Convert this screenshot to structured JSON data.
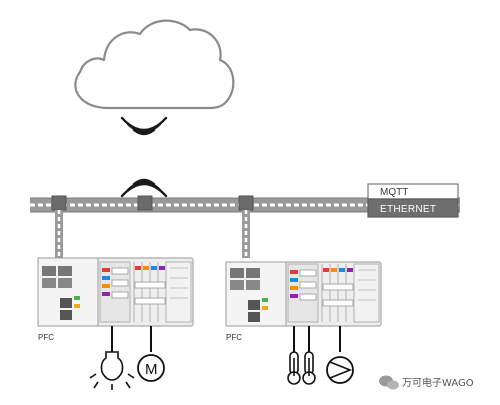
{
  "protocols": {
    "top": "MQTT",
    "bottom": "ETHERNET"
  },
  "controllers": [
    {
      "label": "PFC"
    },
    {
      "label": "PFC"
    }
  ],
  "devices": {
    "left": [
      "lamp-icon",
      "motor-icon"
    ],
    "right": [
      "thermometer-icon",
      "thermometer-icon",
      "pump-icon"
    ]
  },
  "motor_symbol": "M",
  "watermark": "万可电子WAGO",
  "colors": {
    "cloud_stroke": "#8a8a8a",
    "bus": "#888888",
    "controller_body": "#eeeeee",
    "ethernet_bg": "#6e6e6e",
    "connector": "#555555"
  }
}
